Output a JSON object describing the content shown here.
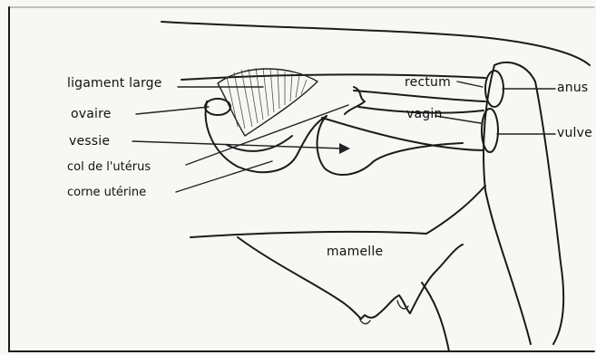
{
  "labels": {
    "ligament_large": "ligament large",
    "ovaire": "ovaire",
    "vessie": "vessie",
    "col_uterus": "col de l'utérus",
    "corne_uterine": "corne utérine",
    "rectum": "rectum",
    "vagin": "vagin",
    "anus": "anus",
    "vulve": "vulve",
    "mamelle": "mamelle"
  }
}
